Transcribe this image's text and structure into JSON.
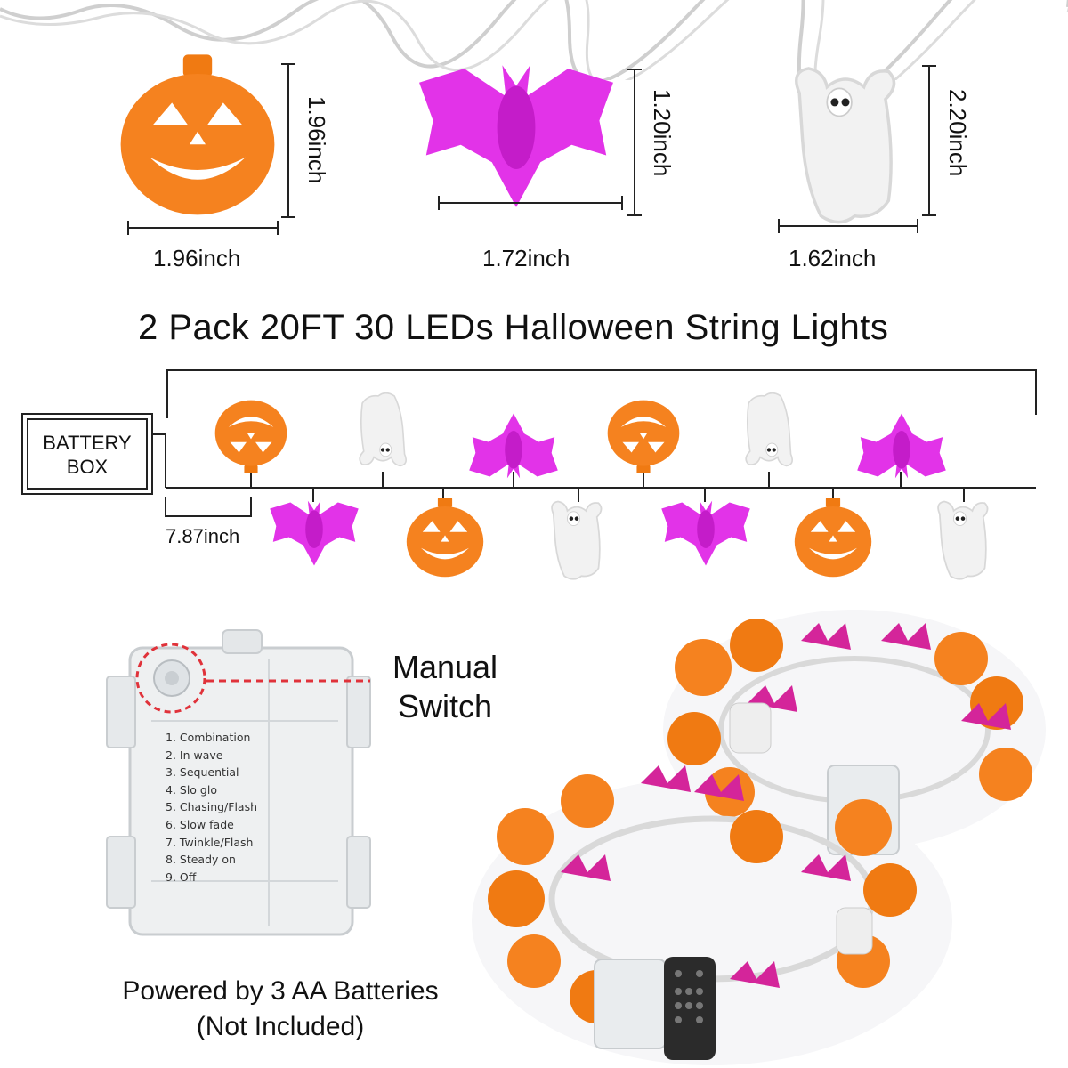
{
  "dimensions": {
    "pumpkin": {
      "height": "1.96inch",
      "width": "1.96inch"
    },
    "bat": {
      "height": "1.20inch",
      "width": "1.72inch"
    },
    "ghost": {
      "height": "2.20inch",
      "width": "1.62inch"
    }
  },
  "title": "2 Pack 20FT 30 LEDs Halloween String Lights",
  "diagram": {
    "battery_box_line1": "BATTERY",
    "battery_box_line2": "BOX",
    "spacing": "7.87inch"
  },
  "callout": {
    "line1": "Manual",
    "line2": "Switch"
  },
  "modes": [
    "1. Combination",
    "2. In wave",
    "3. Sequential",
    "4. Slo glo",
    "5. Chasing/Flash",
    "6. Slow fade",
    "7. Twinkle/Flash",
    "8. Steady on",
    "9. Off"
  ],
  "caption": {
    "line1": "Powered by 3 AA Batteries",
    "line2": "(Not Included)"
  },
  "colors": {
    "pumpkin": "#F5821F",
    "bat": "#E233E8",
    "ghost": "#F2F2F2",
    "line": "#222222",
    "switch_ring": "#E0323A"
  },
  "icons": [
    "pumpkin-icon",
    "bat-icon",
    "ghost-icon"
  ]
}
